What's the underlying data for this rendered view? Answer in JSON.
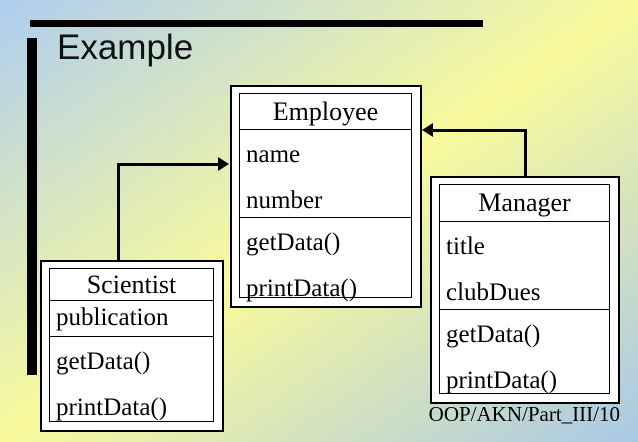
{
  "slide": {
    "title": "Example",
    "footer": "OOP/AKN/Part_III/10",
    "colors": {
      "background_blue": "#aecdf0",
      "background_yellow": "#f9fa9c",
      "accent_bar": "#000000",
      "box_fill": "#ffffff",
      "box_border": "#000000",
      "text": "#000000"
    }
  },
  "diagram": {
    "classes": [
      {
        "name": "Employee",
        "attributes": [
          "name",
          "number"
        ],
        "methods": [
          "getData()",
          "printData()"
        ]
      },
      {
        "name": "Scientist",
        "attributes": [
          "publication"
        ],
        "methods": [
          "getData()",
          "printData()"
        ]
      },
      {
        "name": "Manager",
        "attributes": [
          "title",
          "clubDues"
        ],
        "methods": [
          "getData()",
          "printData()"
        ]
      }
    ],
    "relations": [
      {
        "from": "Scientist",
        "to": "Employee",
        "style": "elbow-arrow-right-into-left-edge"
      },
      {
        "from": "Manager",
        "to": "Employee",
        "style": "elbow-arrow-left-into-right-edge"
      }
    ]
  }
}
